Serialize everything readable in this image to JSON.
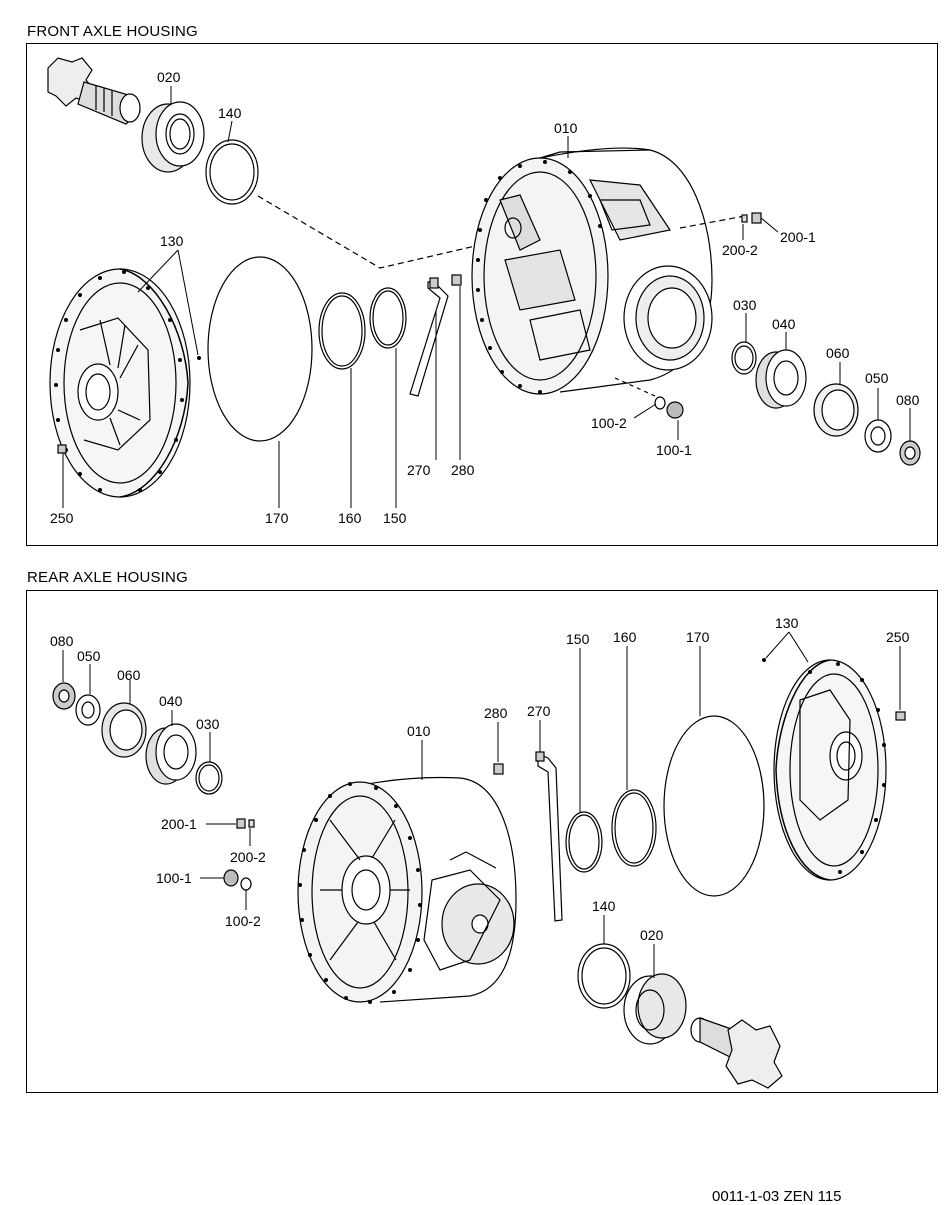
{
  "front": {
    "title": "FRONT AXLE HOUSING",
    "labels": {
      "p020": "020",
      "p140": "140",
      "p010": "010",
      "p130": "130",
      "p200_2": "200-2",
      "p200_1": "200-1",
      "p030": "030",
      "p040": "040",
      "p060": "060",
      "p050": "050",
      "p080": "080",
      "p100_2": "100-2",
      "p100_1": "100-1",
      "p270": "270",
      "p280": "280",
      "p250": "250",
      "p170": "170",
      "p160": "160",
      "p150": "150"
    }
  },
  "rear": {
    "title": "REAR AXLE HOUSING",
    "labels": {
      "p080": "080",
      "p050": "050",
      "p060": "060",
      "p040": "040",
      "p030": "030",
      "p010": "010",
      "p280": "280",
      "p270": "270",
      "p150": "150",
      "p160": "160",
      "p170": "170",
      "p130": "130",
      "p250": "250",
      "p200_1": "200-1",
      "p200_2": "200-2",
      "p100_1": "100-1",
      "p100_2": "100-2",
      "p140": "140",
      "p020": "020"
    }
  },
  "footer": {
    "code": "0011-1-03 ZEN 115"
  }
}
